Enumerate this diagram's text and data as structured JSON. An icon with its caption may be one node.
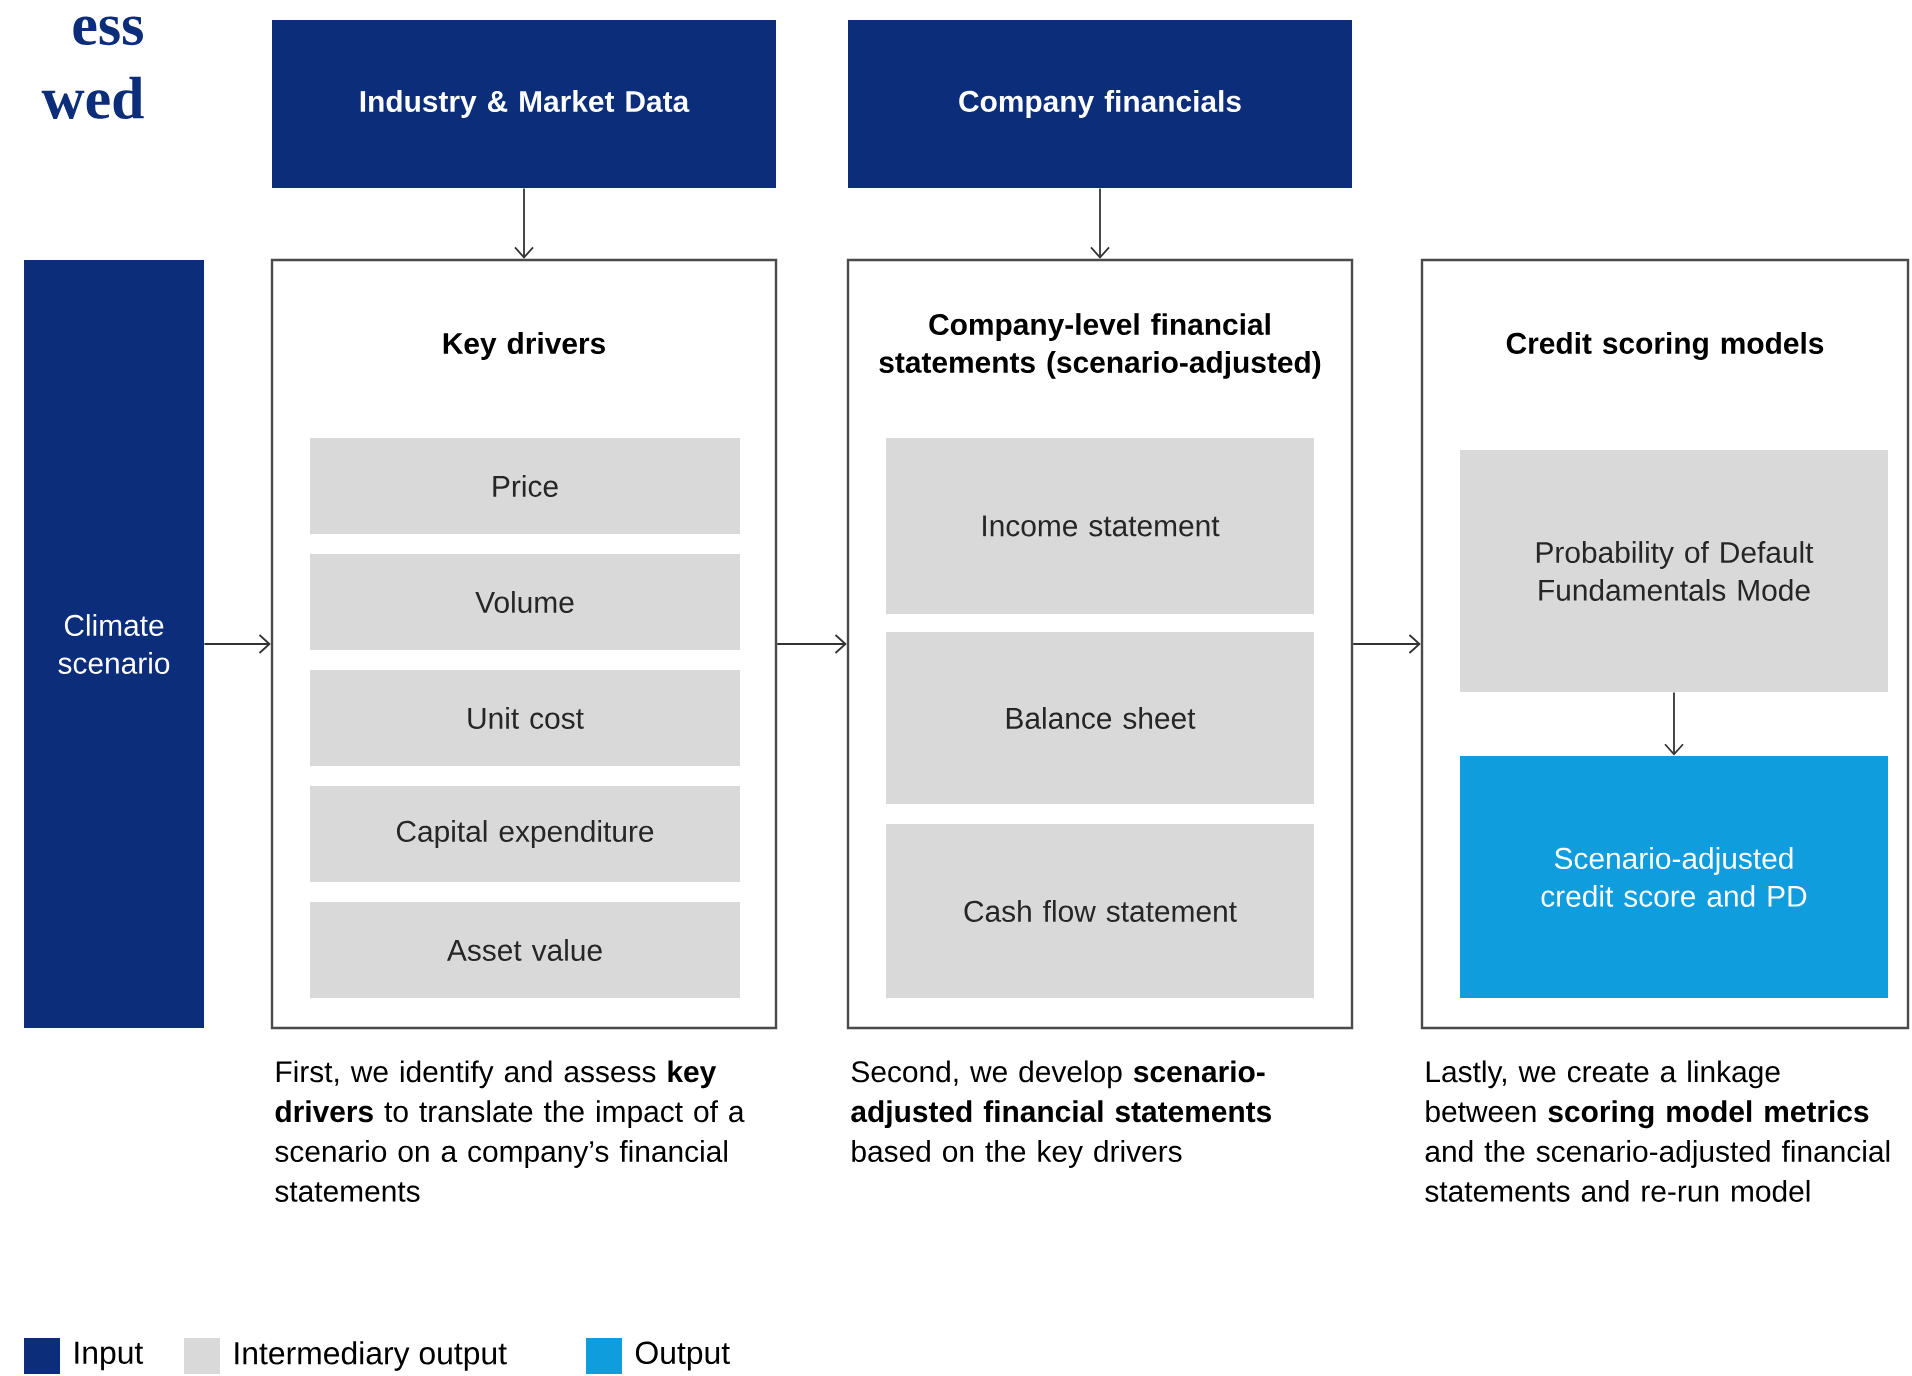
{
  "diagram": {
    "title": "ess wed",
    "nodes": [
      {
        "text": [
          "Industry & Market Data"
        ]
      },
      {
        "text": [
          "Company financials"
        ]
      },
      {
        "text": [
          "Climate scenario"
        ]
      },
      {
        "text": [
          "Key drivers"
        ],
        "beside": [
          "First, we identify and assess **key drivers** to translate the impact of a scenario on a company’s financial statements"
        ]
      },
      {
        "text": [
          "Price"
        ],
        "in": 3
      },
      {
        "text": [
          "Volume"
        ],
        "in": 3
      },
      {
        "text": [
          "Unit cost"
        ],
        "in": 3
      },
      {
        "text": [
          "Capital expenditure"
        ],
        "in": 3
      },
      {
        "text": [
          "Asset value"
        ],
        "in": 3
      },
      {
        "text": [
          "Company-level financial statements (scenario-adjusted)"
        ],
        "beside": [
          "Second, we develop **scenario-adjusted financial statements** based on the key drivers"
        ]
      },
      {
        "text": [
          "Income statement"
        ],
        "in": 9
      },
      {
        "text": [
          "Balance sheet"
        ],
        "in": 9
      },
      {
        "text": [
          "Cash flow statement"
        ],
        "in": 9
      },
      {
        "text": [
          "Credit scoring models"
        ],
        "beside": [
          "Lastly, we create a linkage between **scoring model metrics** and the scenario-adjusted financial statements and re-run model"
        ]
      },
      {
        "text": [
          "Probability of Default Fundamentals Mode"
        ],
        "in": 13
      },
      {
        "text": [
          "Scenario-adjusted credit score and PD"
        ],
        "in": 13
      }
    ],
    "edges": [
      {
        "from": 0,
        "to": 3,
        "arrow": "to"
      },
      {
        "from": 1,
        "to": 9,
        "arrow": "to"
      },
      {
        "from": 2,
        "to": 3,
        "arrow": "to"
      },
      {
        "from": 3,
        "to": 9,
        "arrow": "to"
      },
      {
        "from": 9,
        "to": 13,
        "arrow": "to"
      },
      {
        "from": 14,
        "to": 15,
        "arrow": "to"
      }
    ],
    "legend": [
      {
        "text": "Input",
        "color": "#0b2d7a"
      },
      {
        "text": "Intermediary output",
        "color": "#d9d9d9"
      },
      {
        "text": "Output",
        "color": "#0f9ddd"
      }
    ]
  }
}
